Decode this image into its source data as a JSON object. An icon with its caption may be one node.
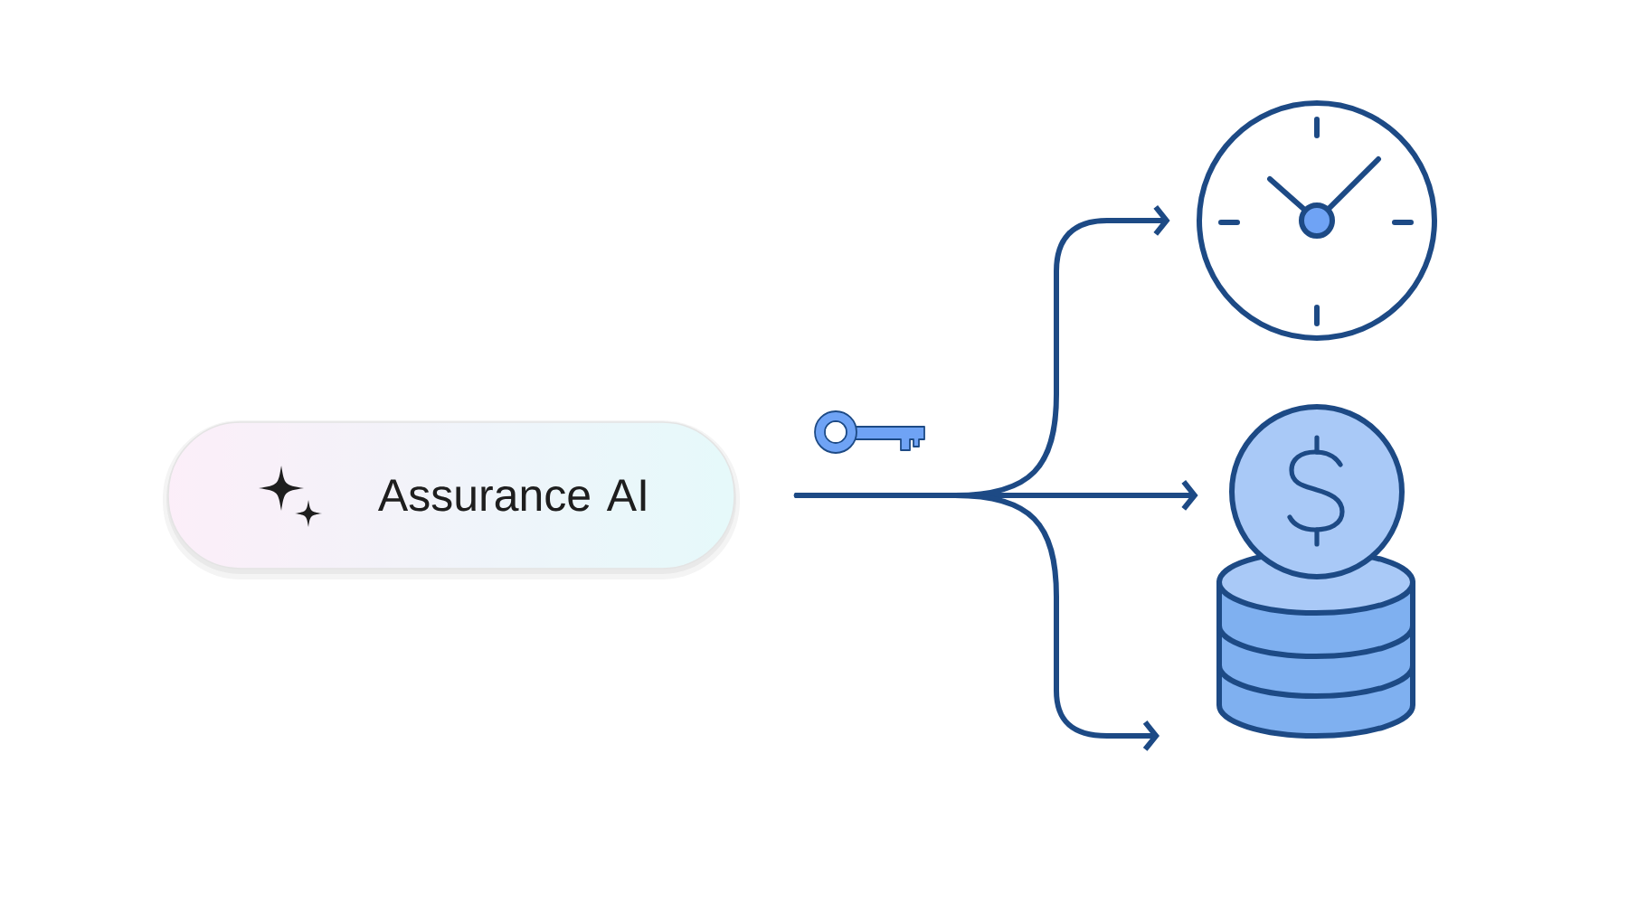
{
  "diagram": {
    "nodes": [
      {
        "text": [
          "Assurance AI"
        ]
      },
      {
        "text": [],
        "shape": "picture"
      },
      {
        "text": [],
        "shape": "picture"
      }
    ],
    "edges": [
      {
        "from": 0,
        "to": 1,
        "arrow": "to"
      },
      {
        "from": 0,
        "to": 2,
        "arrow": "to"
      },
      {
        "from": 0,
        "to": null,
        "arrow": "to"
      }
    ]
  }
}
